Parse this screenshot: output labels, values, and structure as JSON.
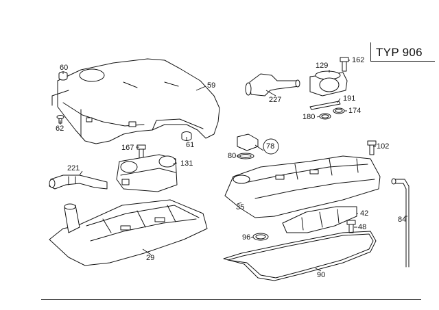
{
  "header": {
    "type_label": "TYP 906"
  },
  "callouts": {
    "c60": "60",
    "c62": "62",
    "c59": "59",
    "c61": "61",
    "c167": "167",
    "c131": "131",
    "c221": "221",
    "c29": "29",
    "c227": "227",
    "c129": "129",
    "c162": "162",
    "c191": "191",
    "c180": "180",
    "c174": "174",
    "c78": "78",
    "c80": "80",
    "c102": "102",
    "c35": "35",
    "c42": "42",
    "c48": "48",
    "c96": "96",
    "c84": "84",
    "c90": "90"
  }
}
